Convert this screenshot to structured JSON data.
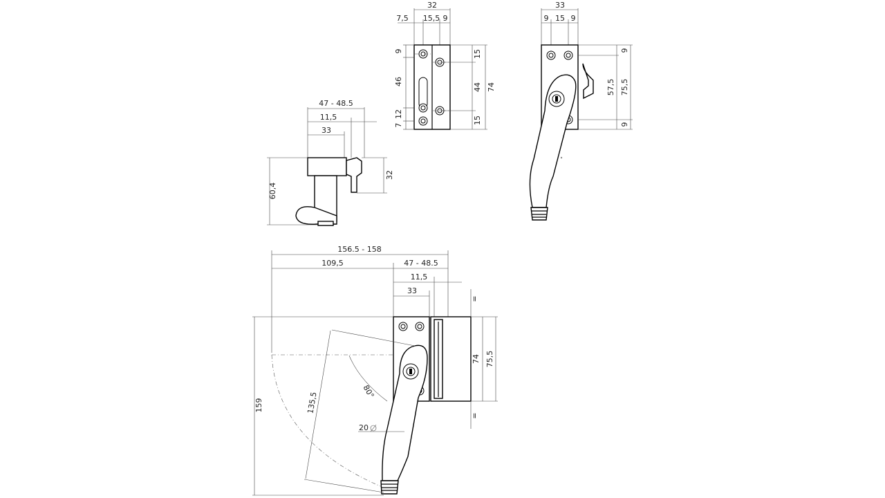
{
  "side_view": {
    "width_range": "47 - 48.5",
    "offset": "11,5",
    "depth": "33",
    "height": "60,4",
    "knob_height": "32"
  },
  "plate_view": {
    "width": "32",
    "left_margin": "7,5",
    "spacing": "15,5",
    "right_margin": "9",
    "top_margin": "9",
    "slot_length": "46",
    "slot_lower": "12",
    "bottom_margin": "7",
    "right_top": "15",
    "right_mid": "44",
    "right_bottom": "15",
    "total_height": "74"
  },
  "front_view": {
    "width": "33",
    "left": "9",
    "middle": "15",
    "right": "9",
    "top": "9",
    "hole_span": "57,5",
    "overall": "75,5",
    "bottom": "9"
  },
  "top_view": {
    "overall_range": "156.5 - 158",
    "reach": "109,5",
    "width_range": "47 - 48.5",
    "offset": "11,5",
    "depth": "33",
    "plate_height": "74",
    "overall_height": "75,5",
    "radius_total": "159",
    "handle_length": "135,5",
    "angle": "80°",
    "grip_diameter": "20",
    "symmetry_top": "=",
    "symmetry_bottom": "="
  }
}
